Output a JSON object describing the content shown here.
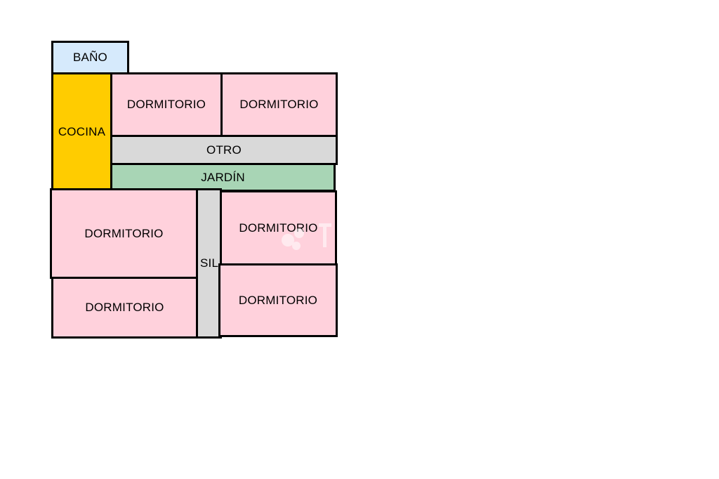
{
  "colors": {
    "bathroom": "#d6eafc",
    "kitchen": "#ffcc00",
    "bedroom": "#ffd1dc",
    "other": "#d9d9d9",
    "garden": "#a8d5b5",
    "wall": "#000000"
  },
  "rooms": [
    {
      "id": "bano",
      "label": "BAÑO",
      "type": "bathroom"
    },
    {
      "id": "cocina",
      "label": "COCINA",
      "type": "kitchen"
    },
    {
      "id": "dorm-1",
      "label": "DORMITORIO",
      "type": "bedroom"
    },
    {
      "id": "dorm-2",
      "label": "DORMITORIO",
      "type": "bedroom"
    },
    {
      "id": "otro",
      "label": "OTRO",
      "type": "other"
    },
    {
      "id": "jardin",
      "label": "JARDÍN",
      "type": "garden"
    },
    {
      "id": "dorm-3",
      "label": "DORMITORIO",
      "type": "bedroom"
    },
    {
      "id": "pasillo",
      "label": "SIL",
      "type": "other"
    },
    {
      "id": "dorm-4",
      "label": "DORMITORIO",
      "type": "bedroom"
    },
    {
      "id": "dorm-5",
      "label": "DORMITORIO",
      "type": "bedroom"
    },
    {
      "id": "dorm-6",
      "label": "DORMITORIO",
      "type": "bedroom"
    }
  ]
}
